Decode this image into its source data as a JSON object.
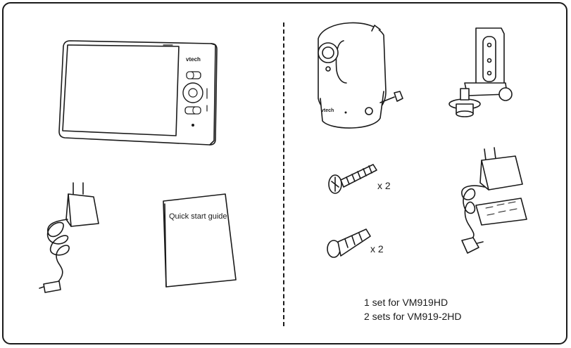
{
  "screw_qty": "x 2",
  "anchor_qty": "x 2",
  "guide": {
    "title": "Quick start  guide"
  },
  "brand": {
    "monitor": "vtech",
    "camera": "vtech"
  },
  "sets": {
    "line1": "1 set for VM919HD",
    "line2": "2 sets for VM919-2HD"
  }
}
